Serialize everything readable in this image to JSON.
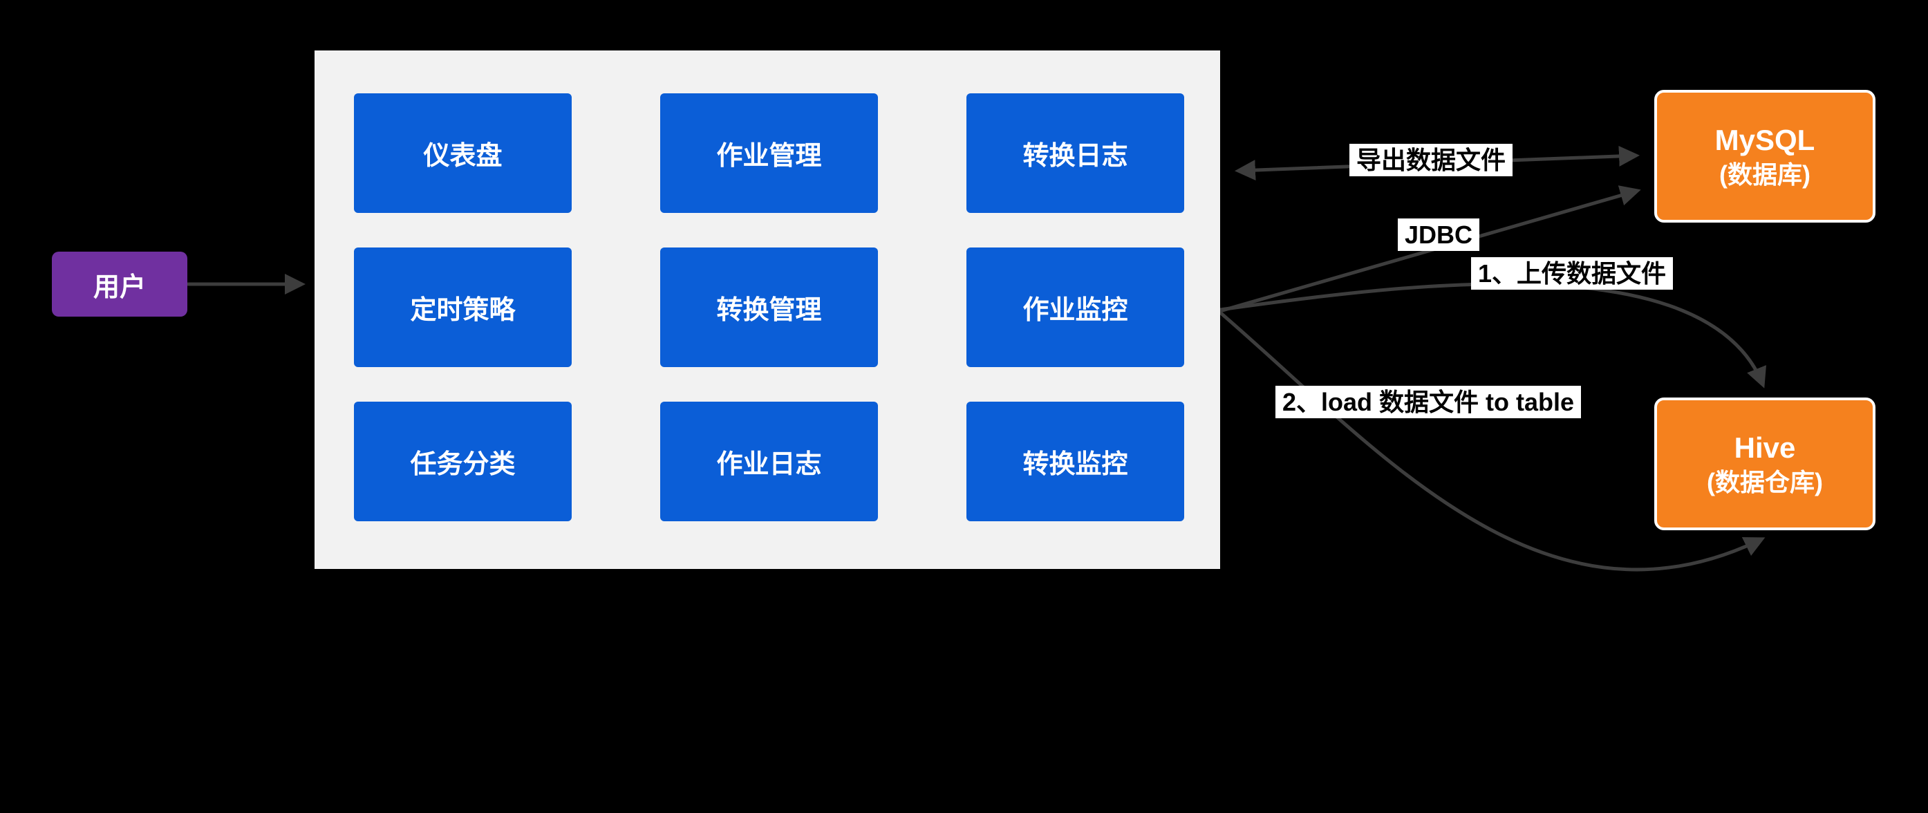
{
  "diagram": {
    "user": {
      "label": "用户"
    },
    "panel": {
      "modules": [
        "仪表盘",
        "作业管理",
        "转换日志",
        "定时策略",
        "转换管理",
        "作业监控",
        "任务分类",
        "作业日志",
        "转换监控"
      ]
    },
    "mysql": {
      "title": "MySQL",
      "subtitle": "(数据库)"
    },
    "hive": {
      "title": "Hive",
      "subtitle": "(数据仓库)"
    },
    "labels": {
      "export": "导出数据文件",
      "jdbc": "JDBC",
      "upload": "1、上传数据文件",
      "load": "2、load 数据文件 to table"
    },
    "colors": {
      "background": "#000000",
      "user_purple": "#7030A0",
      "module_blue": "#0B5ED7",
      "db_orange": "#F5811E",
      "panel_gray": "#F2F2F2",
      "arrow_gray": "#3D3D3D",
      "label_bg": "#FFFFFF"
    }
  }
}
